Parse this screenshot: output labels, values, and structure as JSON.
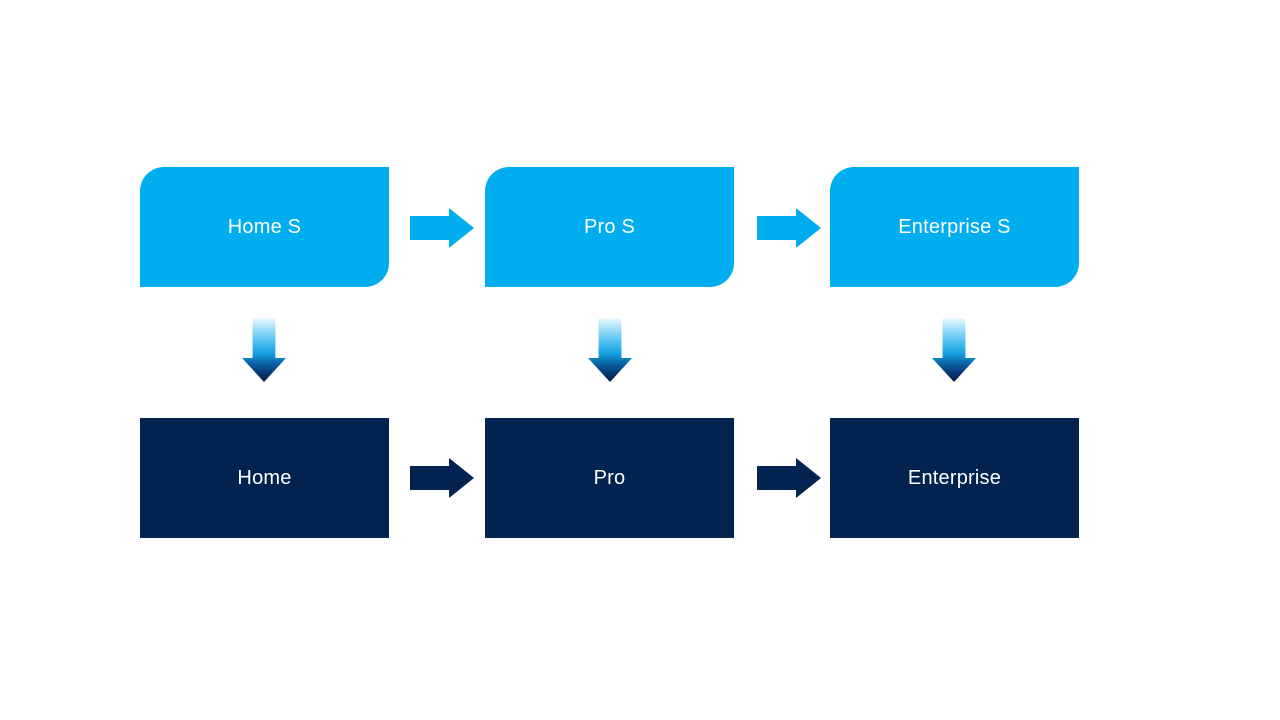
{
  "diagram": {
    "top_row": [
      {
        "label": "Home S"
      },
      {
        "label": "Pro S"
      },
      {
        "label": "Enterprise S"
      }
    ],
    "bottom_row": [
      {
        "label": "Home"
      },
      {
        "label": "Pro"
      },
      {
        "label": "Enterprise"
      }
    ],
    "icons": {
      "right_arrow": "right-arrow",
      "down_arrow": "down-arrow"
    },
    "colors": {
      "light_blue": "#00AEEF",
      "dark_navy": "#022350",
      "text": "#FFFFFF"
    }
  }
}
